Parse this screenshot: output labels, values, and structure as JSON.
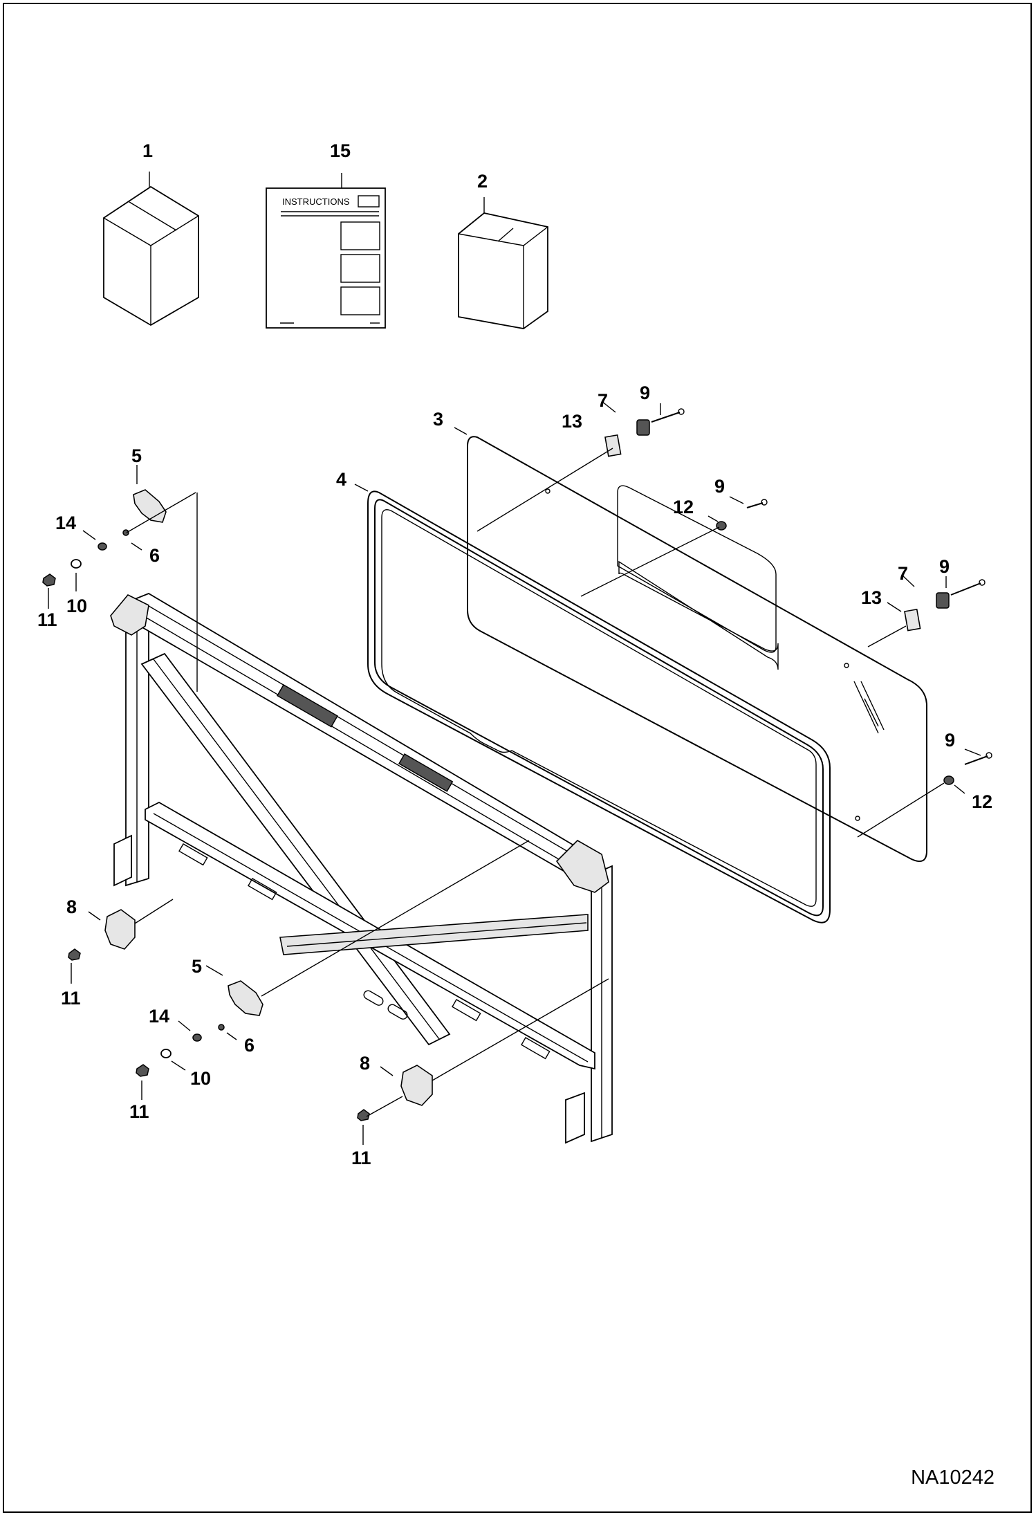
{
  "drawing_id": "NA10242",
  "instructions_sheet_text": "INSTRUCTIONS",
  "callouts": {
    "c1": "1",
    "c15": "15",
    "c2": "2",
    "c3": "3",
    "c4": "4",
    "c7a": "7",
    "c9a": "9",
    "c13a": "13",
    "c9b": "9",
    "c12a": "12",
    "c7b": "7",
    "c9c": "9",
    "c13b": "13",
    "c9d": "9",
    "c12b": "12",
    "c5a": "5",
    "c14a": "14",
    "c6a": "6",
    "c11a": "11",
    "c10a": "10",
    "c8a": "8",
    "c11b": "11",
    "c5b": "5",
    "c14b": "14",
    "c6b": "6",
    "c10b": "10",
    "c11c": "11",
    "c8b": "8",
    "c11d": "11"
  },
  "colors": {
    "line": "#000000",
    "background": "#ffffff",
    "shade": "#e6e6e6"
  }
}
